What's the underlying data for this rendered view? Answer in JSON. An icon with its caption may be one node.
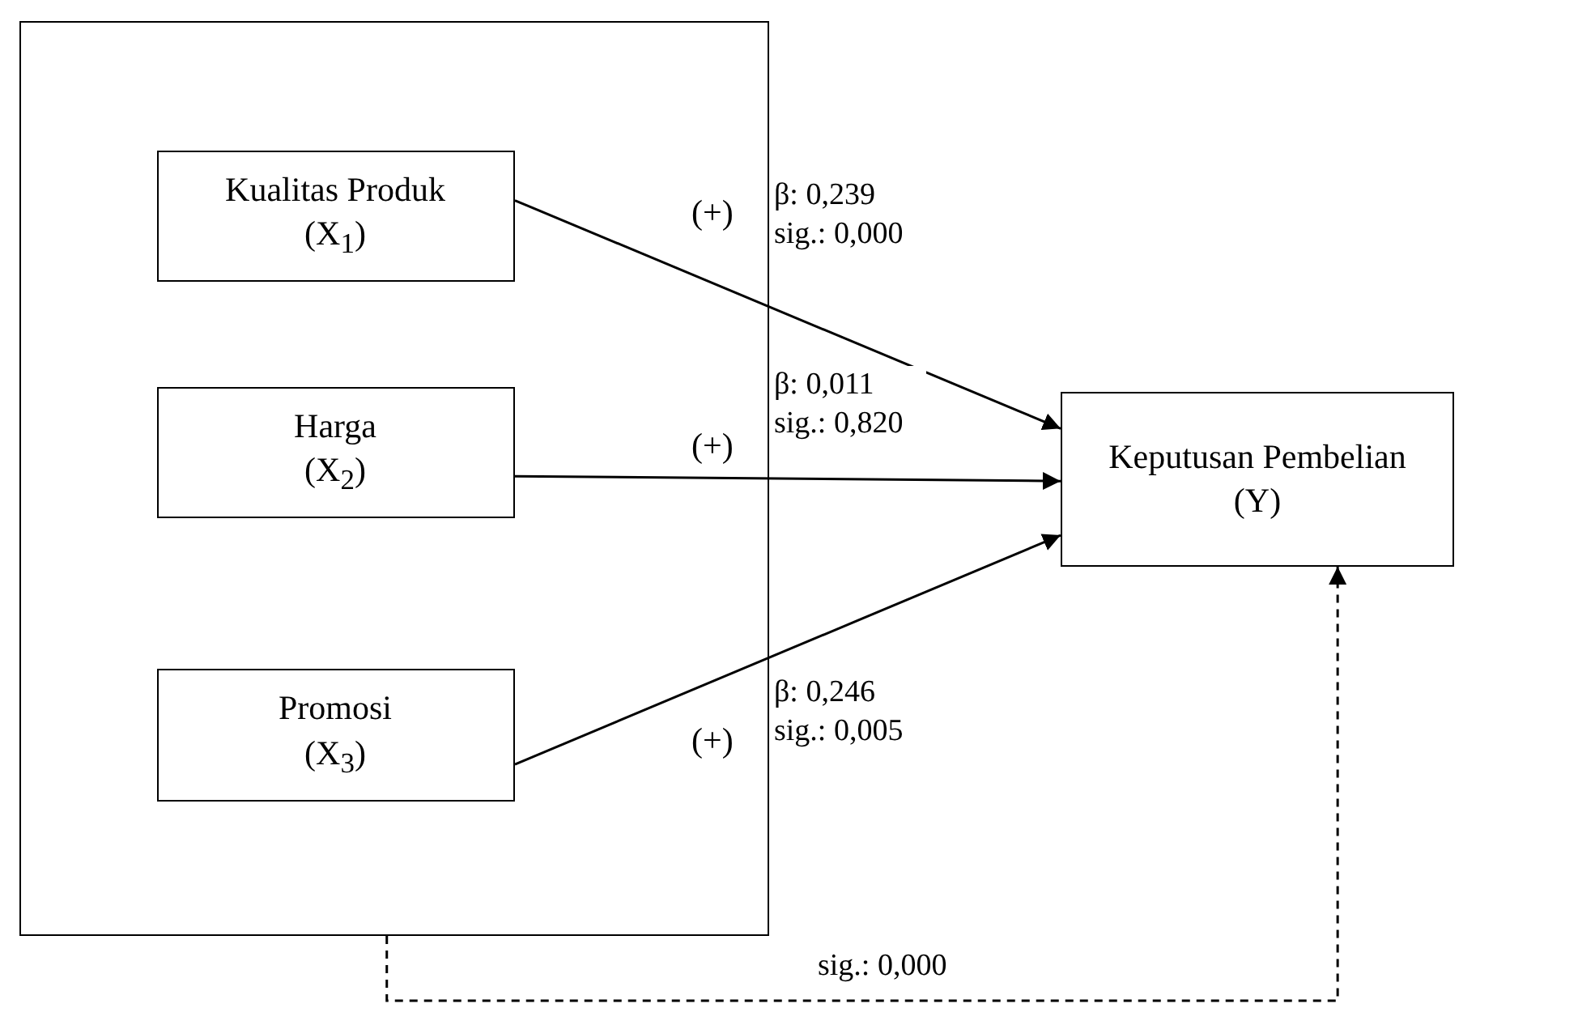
{
  "diagram": {
    "nodes": [
      {
        "text": [],
        "shape": "box"
      },
      {
        "text": [
          "Kualitas Produk",
          "(X$_{1}$)"
        ],
        "in": 0
      },
      {
        "text": [
          "Harga",
          "(X$_{2}$)"
        ],
        "in": 0
      },
      {
        "text": [
          "Promosi",
          "(X$_{3}$)"
        ],
        "in": 0
      },
      {
        "text": [
          "Keputusan Pembelian",
          "(Y)"
        ]
      }
    ],
    "edges": [
      {
        "from": 1,
        "to": 4,
        "arrow": "to",
        "label": "β: 0,239 sig.: 0,000"
      },
      {
        "from": 2,
        "to": 4,
        "arrow": "to",
        "label": "β: 0,011 sig.: 0,820"
      },
      {
        "from": 3,
        "to": 4,
        "arrow": "to",
        "label": "β: 0,246 sig.: 0,005"
      },
      {
        "from": 0,
        "to": 4,
        "arrow": "to",
        "style": "dashed",
        "label": "sig.: 0,000"
      }
    ],
    "labels": [
      "(+)",
      "(+)",
      "(+)"
    ]
  }
}
